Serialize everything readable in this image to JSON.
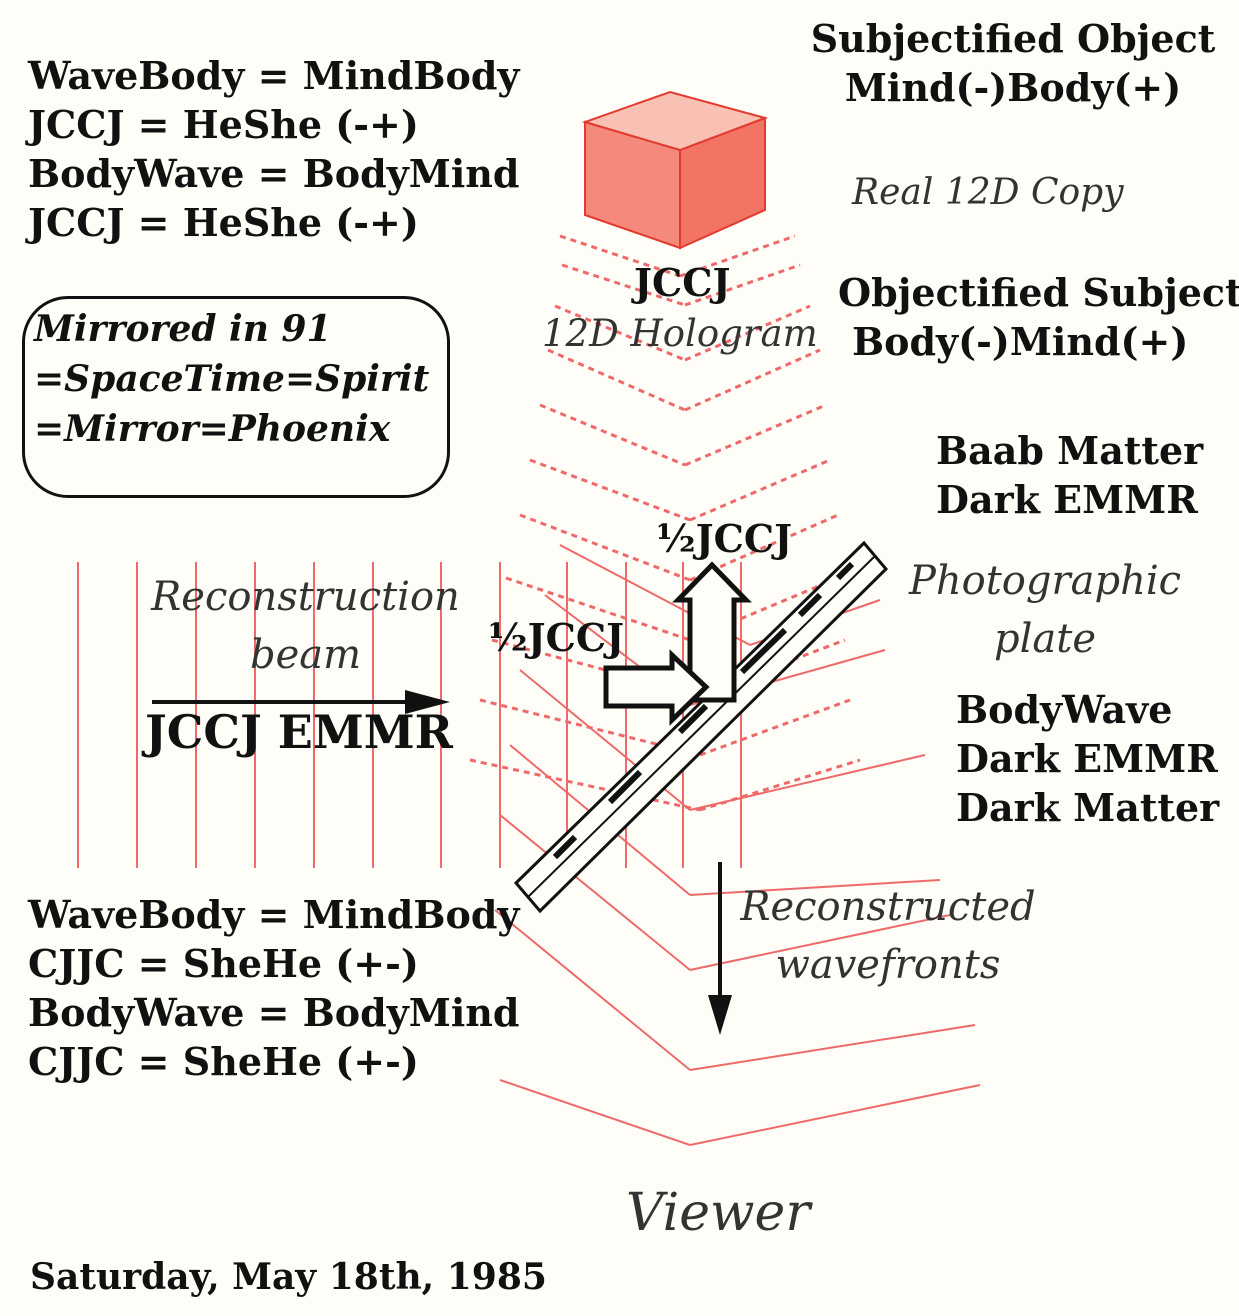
{
  "equations_top": [
    "WaveBody = MindBody",
    "JCCJ = HeShe (-+)",
    "BodyWave = BodyMind",
    "JCCJ = HeShe (-+)"
  ],
  "equations_bottom": [
    "WaveBody = MindBody",
    "CJJC = SheHe (+-)",
    "BodyWave = BodyMind",
    "CJJC = SheHe (+-)"
  ],
  "callout": [
    "Mirrored in 91",
    "=SpaceTime=Spirit",
    "=Mirror=Phoenix"
  ],
  "subjectified": [
    "Subjectified Object",
    "Mind(-)Body(+)"
  ],
  "real_copy": "Real 12D Copy",
  "hologram": {
    "name": "JCCJ",
    "caption": "12D Hologram"
  },
  "objectified": [
    "Objectified Subject",
    "Body(-)Mind(+)"
  ],
  "baab": [
    "Baab Matter",
    "Dark EMMR"
  ],
  "half_jccj_top": "½JCCJ",
  "half_jccj_left": "½JCCJ",
  "photographic_plate": [
    "Photographic",
    "plate"
  ],
  "reconstruction_beam": [
    "Reconstruction",
    "beam"
  ],
  "beam_label": "JCCJ EMMR",
  "bodywave": [
    "BodyWave",
    "Dark EMMR",
    "Dark Matter"
  ],
  "reconstructed_wavefronts": [
    "Reconstructed",
    "wavefronts"
  ],
  "viewer": "Viewer",
  "date": "Saturday, May 18th, 1985",
  "colors": {
    "wave_red": "#ee6a6a",
    "cube_front": "#f58a7c",
    "cube_top": "#f9c0b4",
    "cube_side": "#f27464",
    "ink": "#111111"
  }
}
